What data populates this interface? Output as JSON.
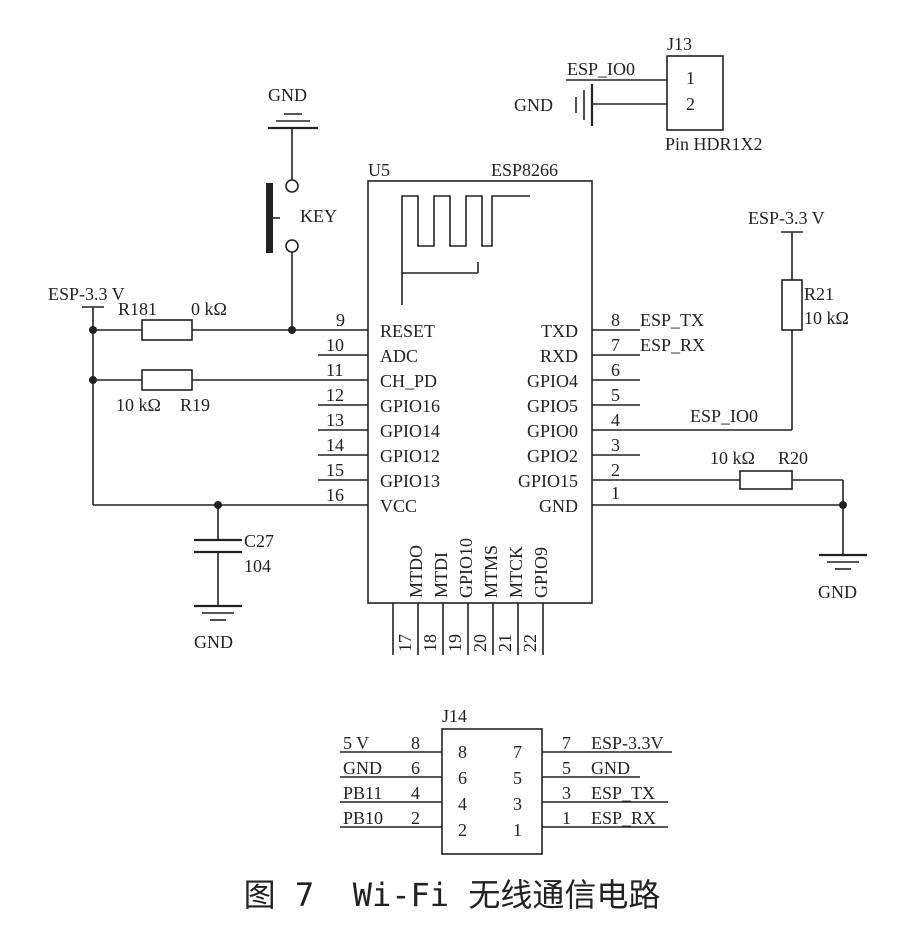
{
  "u5": {
    "ref": "U5",
    "part": "ESP8266",
    "left_pins": [
      {
        "num": "9",
        "name": "RESET"
      },
      {
        "num": "10",
        "name": "ADC"
      },
      {
        "num": "11",
        "name": "CH_PD"
      },
      {
        "num": "12",
        "name": "GPIO16"
      },
      {
        "num": "13",
        "name": "GPIO14"
      },
      {
        "num": "14",
        "name": "GPIO12"
      },
      {
        "num": "15",
        "name": "GPIO13"
      },
      {
        "num": "16",
        "name": "VCC"
      }
    ],
    "right_pins": [
      {
        "num": "8",
        "name": "TXD",
        "net": "ESP_TX"
      },
      {
        "num": "7",
        "name": "RXD",
        "net": "ESP_RX"
      },
      {
        "num": "6",
        "name": "GPIO4",
        "net": ""
      },
      {
        "num": "5",
        "name": "GPIO5",
        "net": ""
      },
      {
        "num": "4",
        "name": "GPIO0",
        "net": "ESP_IO0"
      },
      {
        "num": "3",
        "name": "GPIO2",
        "net": ""
      },
      {
        "num": "2",
        "name": "GPIO15",
        "net": ""
      },
      {
        "num": "1",
        "name": "GND",
        "net": ""
      }
    ],
    "bottom_pins": [
      {
        "num": "17",
        "name": "MTDO"
      },
      {
        "num": "18",
        "name": "MTDI"
      },
      {
        "num": "19",
        "name": "GPIO10"
      },
      {
        "num": "20",
        "name": "MTMS"
      },
      {
        "num": "21",
        "name": "MTCK"
      },
      {
        "num": "22",
        "name": "GPIO9"
      }
    ]
  },
  "j13": {
    "ref": "J13",
    "part": "Pin HDR1X2",
    "pins": [
      "1",
      "2"
    ],
    "net1": "ESP_IO0",
    "net2": "GND"
  },
  "key": {
    "label": "KEY",
    "gnd": "GND"
  },
  "r181": {
    "ref": "R181",
    "value": "0 kΩ"
  },
  "r19": {
    "ref": "R19",
    "value": "10 kΩ"
  },
  "r20": {
    "ref": "R20",
    "value": "10 kΩ"
  },
  "r21": {
    "ref": "R21",
    "value": "10 kΩ"
  },
  "c27": {
    "ref": "C27",
    "value": "104"
  },
  "supply_left": "ESP-3.3 V",
  "supply_right": "ESP-3.3 V",
  "gnd_c27": "GND",
  "gnd_right": "GND",
  "j14": {
    "ref": "J14",
    "inner_left": [
      "8",
      "6",
      "4",
      "2"
    ],
    "inner_right": [
      "7",
      "5",
      "3",
      "1"
    ],
    "left_pins": [
      {
        "num": "8",
        "net": "5 V"
      },
      {
        "num": "6",
        "net": "GND"
      },
      {
        "num": "4",
        "net": "PB11"
      },
      {
        "num": "2",
        "net": "PB10"
      }
    ],
    "right_pins": [
      {
        "num": "7",
        "net": "ESP-3.3V"
      },
      {
        "num": "5",
        "net": "GND"
      },
      {
        "num": "3",
        "net": "ESP_TX"
      },
      {
        "num": "1",
        "net": "ESP_RX"
      }
    ]
  },
  "caption": "图 7  Wi-Fi 无线通信电路"
}
